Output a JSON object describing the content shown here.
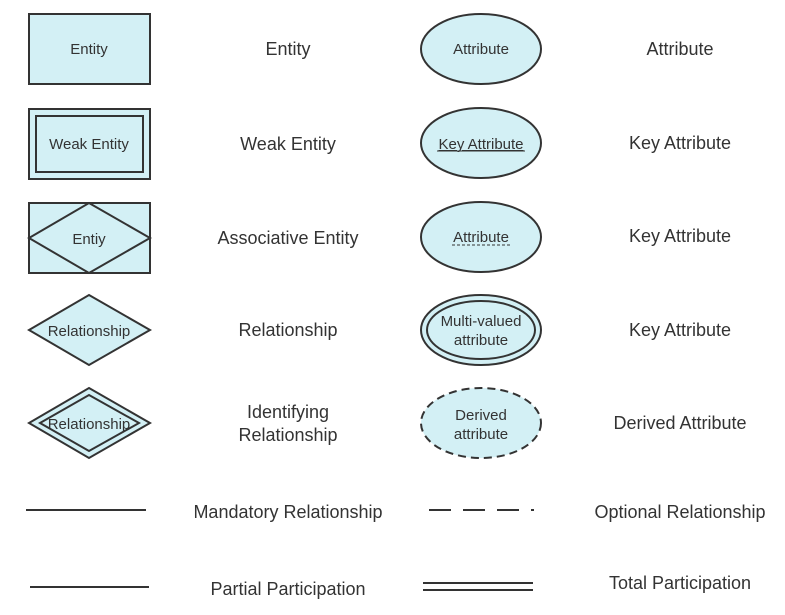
{
  "colors": {
    "fill": "#d3f0f5",
    "stroke": "#333333",
    "text": "#333333"
  },
  "rows": [
    {
      "left": {
        "shape_text": "Entity",
        "label": "Entity"
      },
      "right": {
        "shape_text": "Attribute",
        "label": "Attribute"
      }
    },
    {
      "left": {
        "shape_text": "Weak Entity",
        "label": "Weak Entity"
      },
      "right": {
        "shape_text": "Key Attribute",
        "label": "Key Attribute"
      }
    },
    {
      "left": {
        "shape_text": "Entiy",
        "label": "Associative Entity"
      },
      "right": {
        "shape_text": "Attribute",
        "label": "Key Attribute"
      }
    },
    {
      "left": {
        "shape_text": "Relationship",
        "label": "Relationship"
      },
      "right": {
        "shape_text": [
          "Multi-valued",
          "attribute"
        ],
        "label": "Key Attribute"
      }
    },
    {
      "left": {
        "shape_text": "Relationship",
        "label": [
          "Identifying",
          "Relationship"
        ]
      },
      "right": {
        "shape_text": [
          "Derived",
          "attribute"
        ],
        "label": "Derived Attribute"
      }
    },
    {
      "left": {
        "label": "Mandatory Relationship"
      },
      "right": {
        "label": "Optional Relationship"
      }
    },
    {
      "left": {
        "label": "Partial Participation"
      },
      "right": {
        "label": "Total Participation"
      }
    }
  ]
}
